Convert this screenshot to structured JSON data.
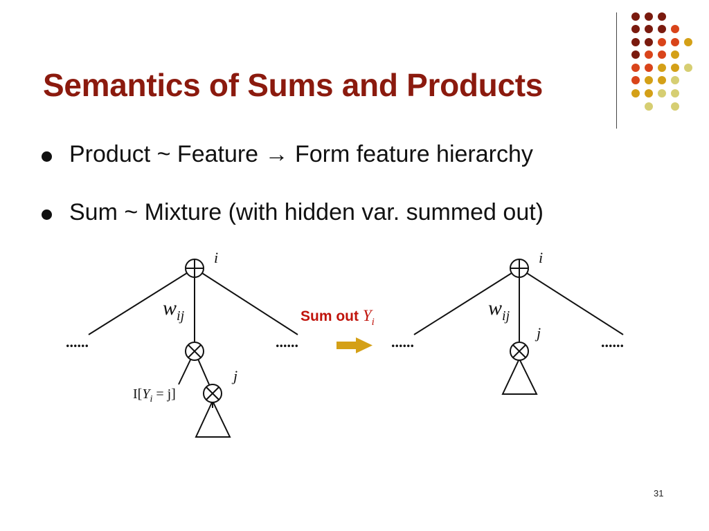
{
  "slide": {
    "title": "Semantics of Sums and Products",
    "page_number": "31"
  },
  "bullets": [
    {
      "text": "Product ~ Feature → Form feature hierarchy"
    },
    {
      "text": "Sum ~ Mixture (with hidden var. summed out)"
    }
  ],
  "diagram": {
    "left": {
      "sum_label": "i",
      "weight_label": "w",
      "weight_sub": "ij",
      "child_label": "j",
      "indicator_prefix": "I[",
      "indicator_var": "Y",
      "indicator_sub": "i",
      "indicator_suffix": " = j]",
      "ellipsis_left": "......",
      "ellipsis_right": "......"
    },
    "arrow": {
      "label": "Sum out ",
      "var": "Y",
      "sub": "i",
      "color": "#C0140C",
      "arrow_color": "#D4A017"
    },
    "right": {
      "sum_label": "i",
      "weight_label": "w",
      "weight_sub": "ij",
      "child_label": "j",
      "ellipsis_left": "......",
      "ellipsis_right": "......"
    }
  },
  "colors": {
    "title": "#8B1A0E",
    "dot_dark_red": "#7A1A0E",
    "dot_orange": "#D9441A",
    "dot_gold": "#D4A017",
    "dot_khaki": "#D6CE72"
  }
}
